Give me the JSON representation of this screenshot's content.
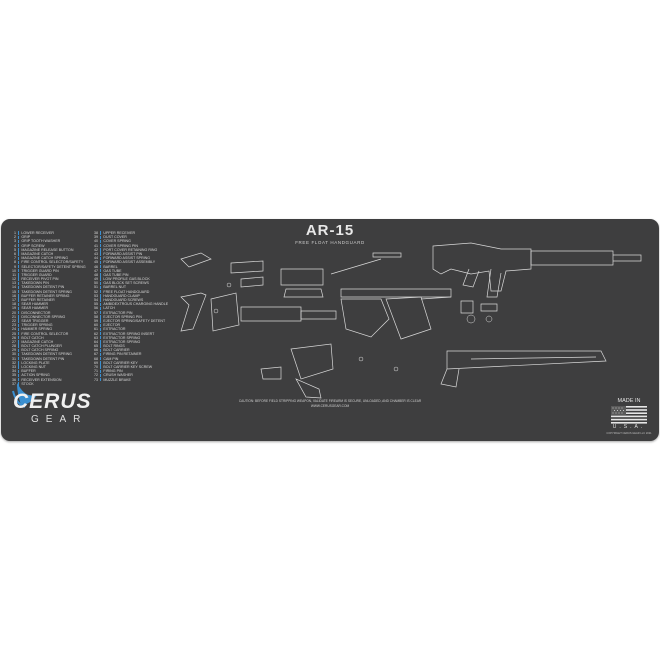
{
  "title": "AR-15",
  "subtitle": "FREE FLOAT HANDGUARD",
  "parts_column_1": [
    {
      "n": "1",
      "label": "LOWER RECEIVER"
    },
    {
      "n": "2",
      "label": "GRIP"
    },
    {
      "n": "3",
      "label": "GRIP TOOTH WASHER"
    },
    {
      "n": "4",
      "label": "GRIP SCREW"
    },
    {
      "n": "5",
      "label": "MAGAZINE RELEASE BUTTON"
    },
    {
      "n": "6",
      "label": "MAGAZINE CATCH"
    },
    {
      "n": "7",
      "label": "MAGAZINE CATCH SPRING"
    },
    {
      "n": "8",
      "label": "FIRE CONTROL SELECTOR/SAFETY"
    },
    {
      "n": "9",
      "label": "SELECTOR/SAFETY DETENT SPRING"
    },
    {
      "n": "10",
      "label": "TRIGGER GUARD PIN"
    },
    {
      "n": "11",
      "label": "TRIGGER GUARD"
    },
    {
      "n": "12",
      "label": "RECEIVER PIVOT PIN"
    },
    {
      "n": "13",
      "label": "TAKEDOWN PIN"
    },
    {
      "n": "14",
      "label": "TAKEDOWN DETENT PIN"
    },
    {
      "n": "15",
      "label": "TAKEDOWN DETENT SPRING"
    },
    {
      "n": "16",
      "label": "BUFFER RETAINER SPRING"
    },
    {
      "n": "17",
      "label": "BUFFER RETAINER"
    },
    {
      "n": "18",
      "label": "SEAR HAMMER"
    },
    {
      "n": "19",
      "label": "SEAR HAMMER"
    },
    {
      "n": "20",
      "label": "DISCONNECTOR"
    },
    {
      "n": "21",
      "label": "DISCONNECTOR SPRING"
    },
    {
      "n": "22",
      "label": "SEAR TRIGGER"
    },
    {
      "n": "23",
      "label": "TRIGGER SPRING"
    },
    {
      "n": "24",
      "label": "HAMMER SPRING"
    },
    {
      "n": "25",
      "label": "FIRE CONTROL SELECTOR"
    },
    {
      "n": "26",
      "label": "BOLT CATCH"
    },
    {
      "n": "27",
      "label": "MAGAZINE CATCH"
    },
    {
      "n": "28",
      "label": "BOLT CATCH PLUNGER"
    },
    {
      "n": "29",
      "label": "BOLT CATCH SPRING"
    },
    {
      "n": "30",
      "label": "TAKEDOWN DETENT SPRING"
    },
    {
      "n": "31",
      "label": "TAKEDOWN DETENT PIN"
    },
    {
      "n": "32",
      "label": "LOCKING PLATE"
    },
    {
      "n": "33",
      "label": "LOCKING NUT"
    },
    {
      "n": "34",
      "label": "BUFFER"
    },
    {
      "n": "35",
      "label": "ACTION SPRING"
    },
    {
      "n": "36",
      "label": "RECEIVER EXTENSION"
    },
    {
      "n": "37",
      "label": "STOCK"
    }
  ],
  "parts_column_2": [
    {
      "n": "38",
      "label": "UPPER RECEIVER"
    },
    {
      "n": "39",
      "label": "DUST COVER"
    },
    {
      "n": "40",
      "label": "COVER SPRING"
    },
    {
      "n": "41",
      "label": "COVER SPRING PIN"
    },
    {
      "n": "42",
      "label": "PORT COVER RETAINING RING"
    },
    {
      "n": "43",
      "label": "FORWARD ASSIST PIN"
    },
    {
      "n": "44",
      "label": "FORWARD ASSIST SPRING"
    },
    {
      "n": "45",
      "label": "FORWARD ASSIST ASSEMBLY"
    },
    {
      "n": "46",
      "label": "BARREL"
    },
    {
      "n": "47",
      "label": "GAS TUBE"
    },
    {
      "n": "48",
      "label": "GAS TUBE PIN"
    },
    {
      "n": "49",
      "label": "LOW PROFILE GAS BLOCK"
    },
    {
      "n": "50",
      "label": "GAS BLOCK SET SCREWS"
    },
    {
      "n": "51",
      "label": "BARREL NUT"
    },
    {
      "n": "52",
      "label": "FREE FLOAT HANDGUARD"
    },
    {
      "n": "53",
      "label": "HANDGUARD CLAMP"
    },
    {
      "n": "54",
      "label": "HANDGUARD SCREWS"
    },
    {
      "n": "55",
      "label": "AMBIDEXTROUS CHARGING HANDLE"
    },
    {
      "n": "56",
      "label": "LATCH"
    },
    {
      "n": "57",
      "label": "EXTRACTOR PIN"
    },
    {
      "n": "58",
      "label": "EJECTOR SPRING PIN"
    },
    {
      "n": "59",
      "label": "EJECTOR SPRING/SAFETY DETENT"
    },
    {
      "n": "60",
      "label": "EJECTOR"
    },
    {
      "n": "61",
      "label": "EXTRACTOR"
    },
    {
      "n": "62",
      "label": "EXTRACTOR SPRING INSERT"
    },
    {
      "n": "63",
      "label": "EXTRACTOR SPRING"
    },
    {
      "n": "64",
      "label": "EXTRACTOR SPRING"
    },
    {
      "n": "65",
      "label": "BOLT RINGS"
    },
    {
      "n": "66",
      "label": "BOLT CARRIER"
    },
    {
      "n": "67",
      "label": "FIRING PIN RETAINER"
    },
    {
      "n": "68",
      "label": "CAM PIN"
    },
    {
      "n": "69",
      "label": "BOLT CARRIER KEY"
    },
    {
      "n": "70",
      "label": "BOLT CARRIER KEY SCREW"
    },
    {
      "n": "71",
      "label": "FIRING PIN"
    },
    {
      "n": "72",
      "label": "CRUSH WASHER"
    },
    {
      "n": "73",
      "label": "MUZZLE BRAKE"
    }
  ],
  "caution": "CAUTION: BEFORE FIELD STRIPPING WEAPON, VALIDATE FIREARM IS SECURE, UNLOADED, AND CHAMBER IS CLEAR",
  "website": "WWW.CERUSGEAR.COM",
  "logo": {
    "word": "CERUS",
    "sub": "GEAR"
  },
  "made_in": "MADE IN",
  "usa": "U.S.A.",
  "copyright": "COPYRIGHT CERUS GEAR LLC 2021",
  "colors": {
    "mat": "#3e3e3f",
    "accent": "#3a8fd0",
    "linework": "#d9d9d9"
  }
}
